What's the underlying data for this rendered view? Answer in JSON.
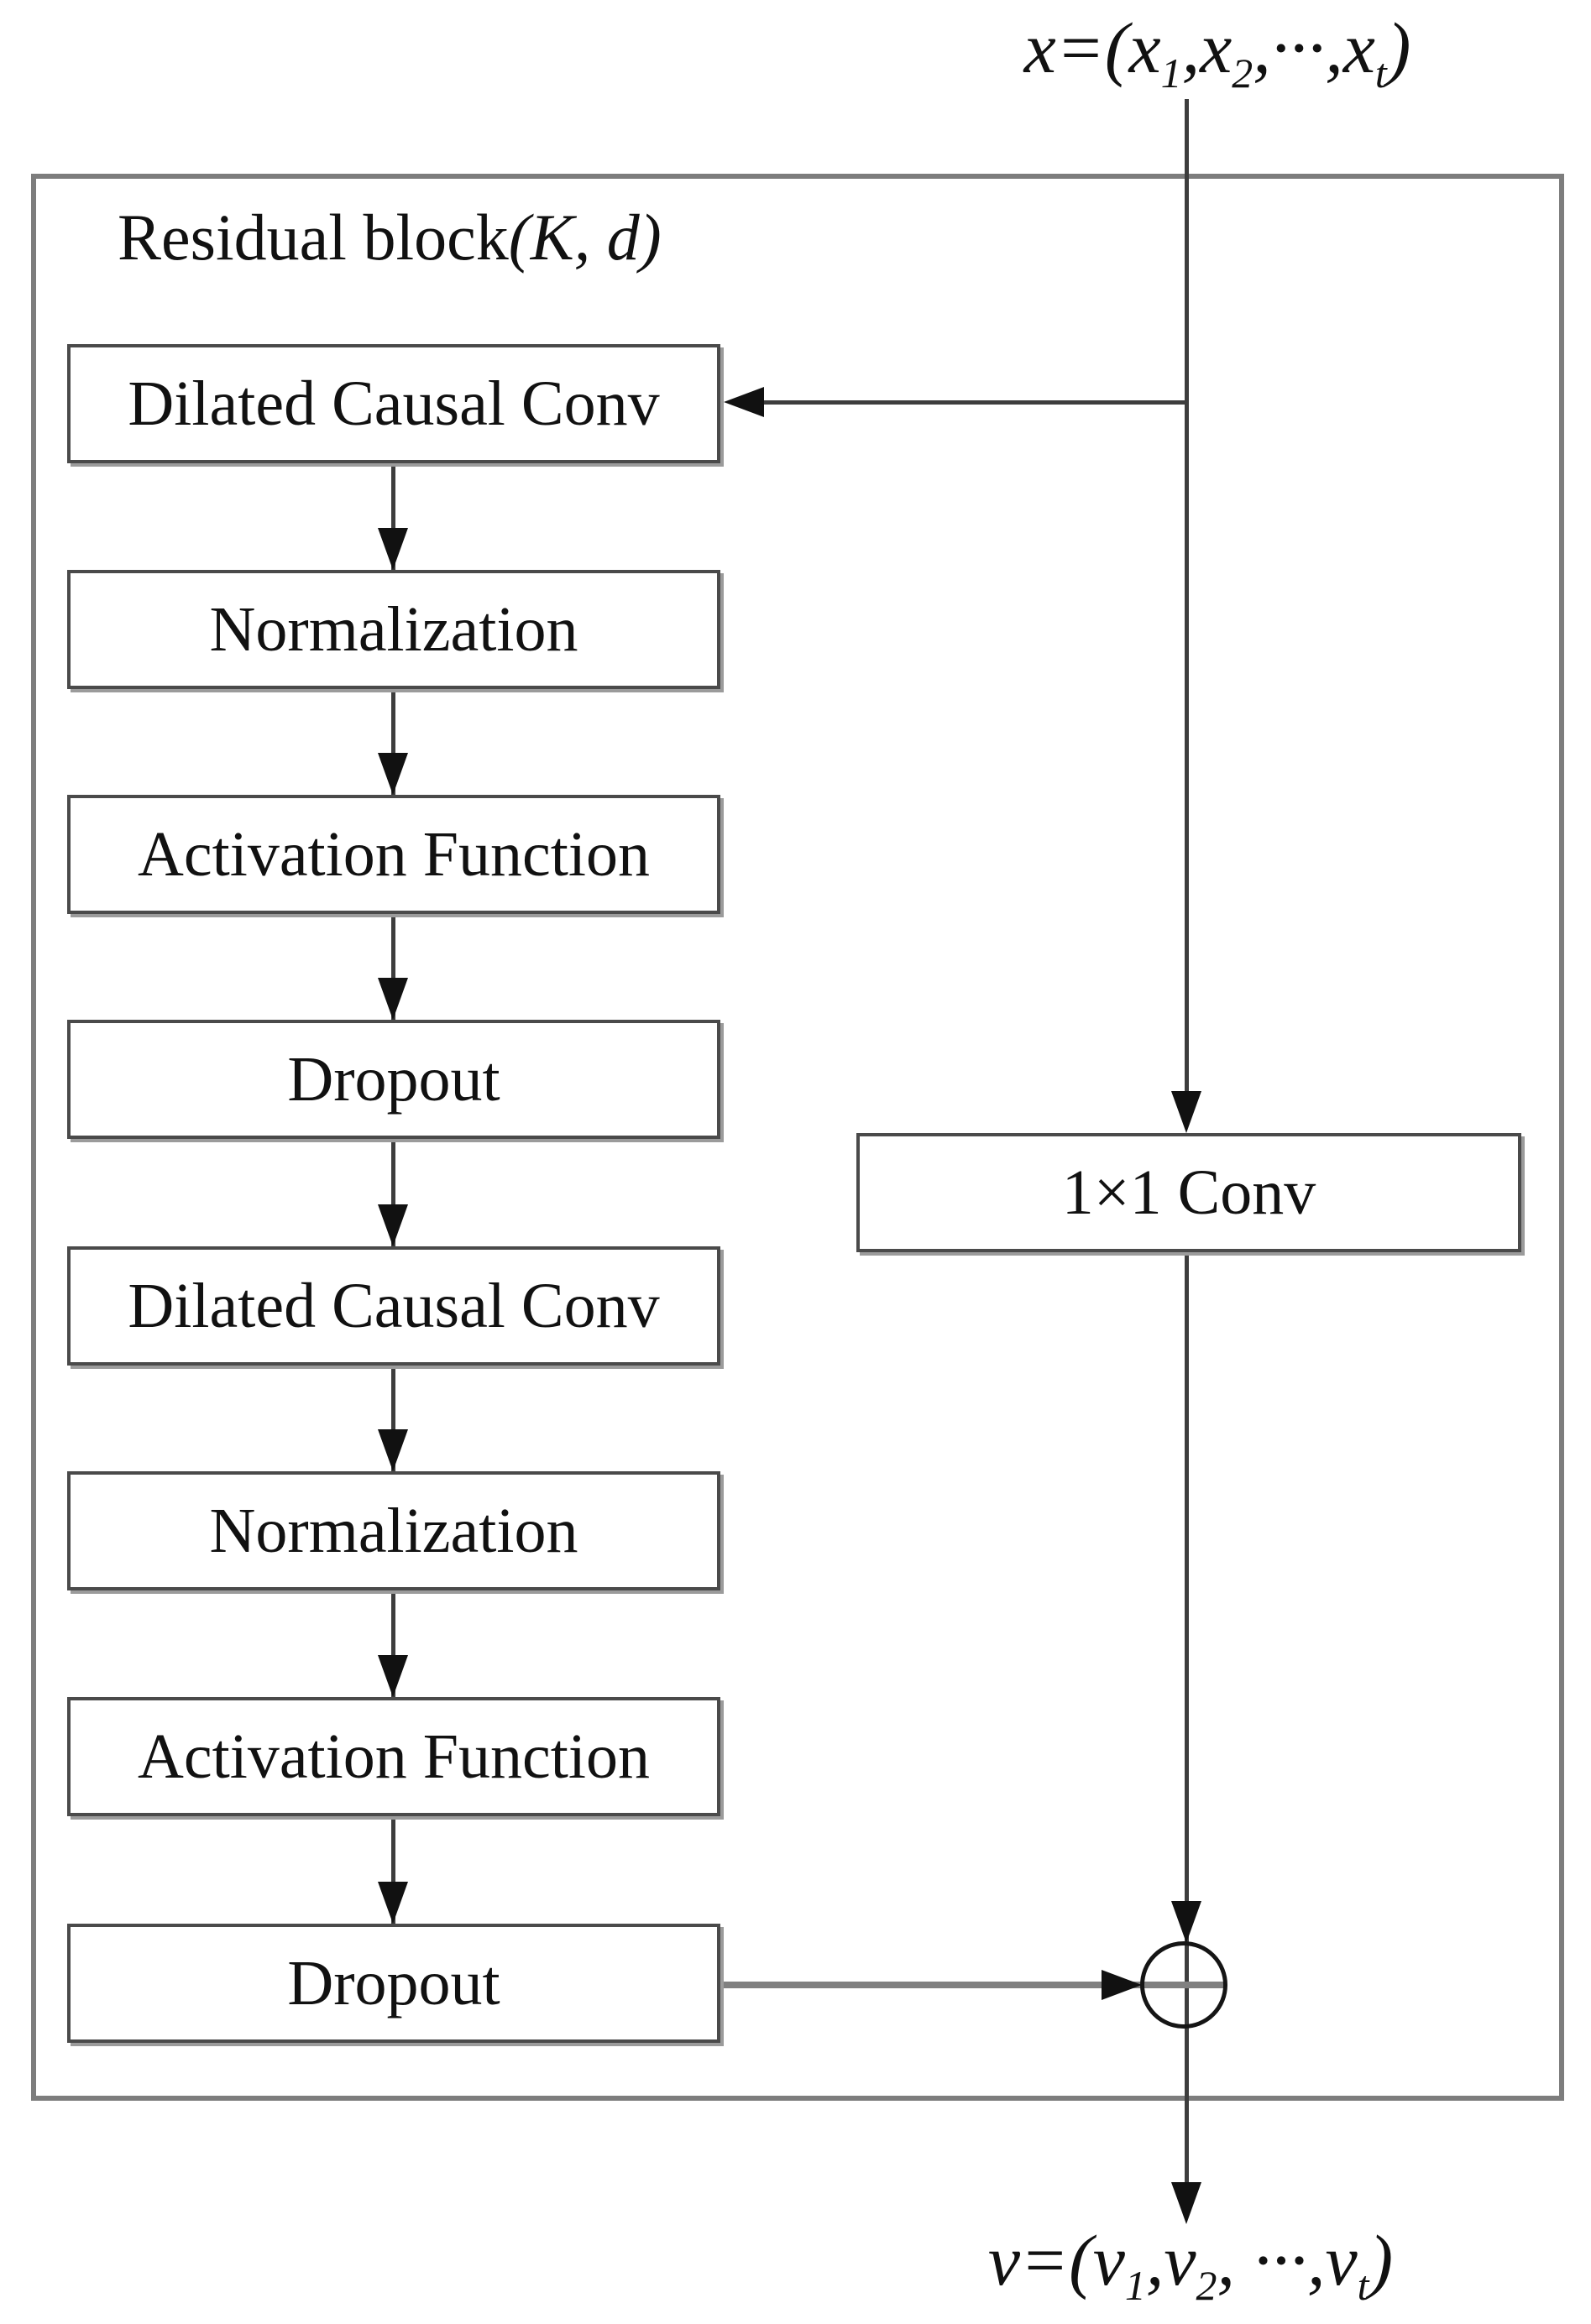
{
  "diagram": {
    "input_label": "x=(x_1,x_2,···,x_t)",
    "output_label": "v=(v_1,v_2, ···,v_t)",
    "title": {
      "text": "Residual block",
      "params": "(K, d)"
    },
    "blocks": [
      "Dilated Causal Conv",
      "Normalization",
      "Activation Function",
      "Dropout",
      "Dilated Causal Conv",
      "Normalization",
      "Activation Function",
      "Dropout"
    ],
    "skip_box": "1×1 Conv",
    "sum_symbol": "plus-circle",
    "colors": {
      "background": "#ffffff",
      "outer_border": "#7d7d7d",
      "box_border": "#4a4a4a",
      "box_shadow": "#9b9b9b",
      "connector_line": "#3d3d3d",
      "skip_connector_line": "#808080",
      "arrowhead": "#111111",
      "text": "#111111"
    }
  }
}
